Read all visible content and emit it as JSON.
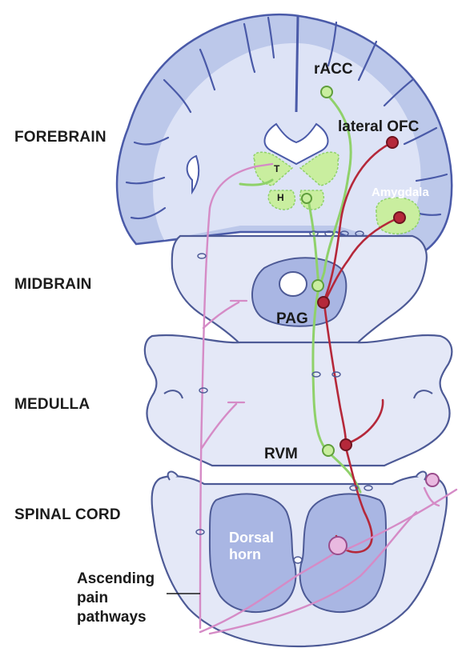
{
  "regions": {
    "forebrain": "FOREBRAIN",
    "midbrain": "MIDBRAIN",
    "medulla": "MEDULLA",
    "spinal_cord": "SPINAL CORD"
  },
  "structures": {
    "racc": "rACC",
    "lateral_ofc": "lateral OFC",
    "amygdala": "Amygdala",
    "thalamus": "T",
    "hypothalamus": "H",
    "pag": "PAG",
    "rvm": "RVM",
    "dorsal_horn_line1": "Dorsal",
    "dorsal_horn_line2": "horn"
  },
  "ascending": {
    "line1": "Ascending",
    "line2": "pain",
    "line3": "pathways"
  },
  "colors": {
    "cortex_fill": "#bcc8ea",
    "cortex_dark": "#4a5aa8",
    "white_matter": "#dde3f6",
    "stem_fill": "#e4e8f7",
    "stem_outline": "#4d5a96",
    "gray_matter": "#a9b6e3",
    "green_pathway": "#8fd16a",
    "green_fill": "#c9ee9f",
    "red_pathway": "#b5283a",
    "pink_pathway": "#d58bc6"
  }
}
